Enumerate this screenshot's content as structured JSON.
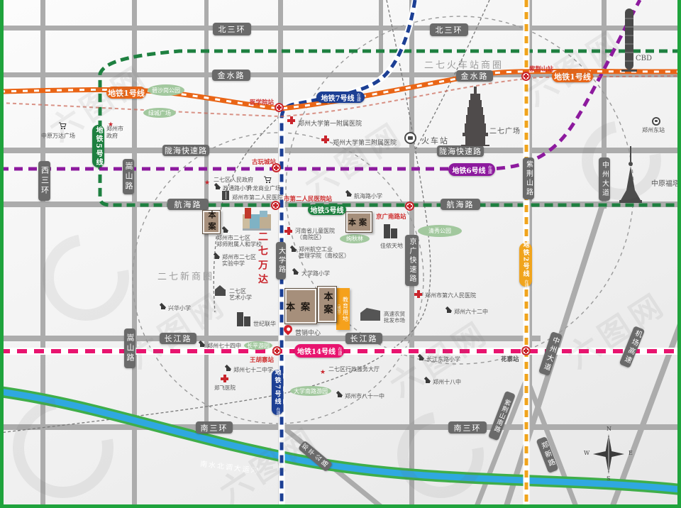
{
  "watermark": {
    "text": "六图网"
  },
  "compass": {
    "n": "N",
    "e": "E",
    "s": "S",
    "w": "W"
  },
  "areas": {
    "railway_circle": "二七火车站商圈",
    "new_circle": "二七新商圈"
  },
  "river": {
    "name": "南水北调大运河"
  },
  "colors": {
    "line1": "#e96516",
    "line2": "#f0a41d",
    "line5": "#1e8040",
    "line6": "#8d1a9e",
    "line7": "#1c3f94",
    "line14": "#e8146f",
    "road_pill": "#6a6a6a",
    "project_box": "#a68f7b",
    "edu_box": "#f5a11c",
    "marker_red": "#c9252c",
    "park": "#a2c89e",
    "river_blue": "#2fa8e0",
    "river_bank": "#3fae49",
    "edge_green": "#1fa33c"
  },
  "roads": {
    "beisanhuan_a": "北三环",
    "beisanhuan_b": "北三环",
    "jinshui_a": "金水路",
    "jinshui_b": "金水路",
    "longhai_a": "陇海快速路",
    "longhai_b": "陇海快速路",
    "hanghai_a": "航海路",
    "hanghai_b": "航海路",
    "changjiang_a": "长江路",
    "changjiang_b": "长江路",
    "nansanhuan_a": "南三环",
    "nansanhuan_b": "南三环",
    "xisanhuan": "西三环",
    "songshan_a": "嵩山路",
    "songshan_b": "嵩山路",
    "daxuelu": "大学路",
    "jingguang": "京广快速路",
    "zijingshan": "紫荆山路",
    "zhongzhou_a": "中州大道",
    "zhongzhou_b": "中州大道",
    "jichang_gaosu": "机场高速",
    "zhengxin": "郑新路",
    "zijingshan_nan": "紫荆山南路",
    "zhengping": "郑平公路"
  },
  "metro": {
    "line1_a": "地铁1号线",
    "line1_b": "地铁1号线",
    "line2": "地铁2号线",
    "line5_a": "地铁5号线",
    "line5_b": "地铁5号线",
    "line6": "地铁6号线",
    "line7_a": "地铁7号线",
    "line7_b": "地铁7号线",
    "line14": "地铁14号线",
    "note": "在建"
  },
  "stations": {
    "yixueyuan": "医学院站",
    "zijingshan": "紫荆山站",
    "guwancheng": "古玩城站",
    "shidieryiyuan": "市第二人民医院站",
    "jingguangnanlu": "京广南路站",
    "wanghuzhai": "王胡寨站",
    "huazhai": "花寨站"
  },
  "project": {
    "benan1": "本案",
    "benan2": "本案",
    "benan3": "本案",
    "benan4": "本案",
    "marketing": "营销中心",
    "edu_land": "教育用地",
    "edu_note": "(规划)",
    "wanda": "二七万达"
  },
  "pois": {
    "zhongyuan_wanda": "中原万达广场",
    "city_gov": "郑州市政府",
    "bishagang": "碧沙岗公园",
    "lvcheng": "绿城广场",
    "hosp_fu1": "郑州大学第一附属医院",
    "hosp_fu3": "郑州大学第三附属医院",
    "erqi_gov": "二七区人民政府",
    "zhengtonglu": "政通路小学",
    "shenglong": "升龙商业广场",
    "hosp_no2": "郑州市第二人民医院",
    "hanghailu_school": "航海路小学",
    "children_l1": "河南省儿童医院",
    "children_l2": "（南院区）",
    "hangkong_l1": "郑州航空工业",
    "hangkong_l2": "管理学院（南校区）",
    "daxuelu_school": "大学路小学",
    "shifu_l1": "郑州市二七区",
    "shifu_l2": "郑师附属人和学校",
    "shiyan_l1": "郑州市二七区",
    "shiyan_l2": "实验中学",
    "yishu_l1": "二七区",
    "yishu_l2": "艺术小学",
    "xinghua": "兴华小学",
    "shiji_lianhua": "世纪联华",
    "jianong": "佳侬天地",
    "xuanqiulin": "绚秋林",
    "qingxiu_park": "清秀公园",
    "hosp_no6": "郑州市第六人民医院",
    "school_62": "郑州六十二中",
    "market_l1": "高速农贸",
    "market_l2": "批发市场",
    "school_74": "郑州七十四中",
    "changping_park": "长平游园",
    "school_72": "郑州七十二中学",
    "zhengfei_hosp": "郑飞医院",
    "school_81": "郑州市八十一中",
    "xingzheng": "二七区行政服务大厅",
    "changjiangdong": "长江东路小学",
    "school_18": "郑州十八中",
    "daxuenanlu_park": "大学南路游园",
    "huochezhan": "火车站",
    "erqi_square": "二七广场",
    "cbd": "CBD",
    "dongzhan": "郑州东站",
    "futa": "中原福塔"
  }
}
